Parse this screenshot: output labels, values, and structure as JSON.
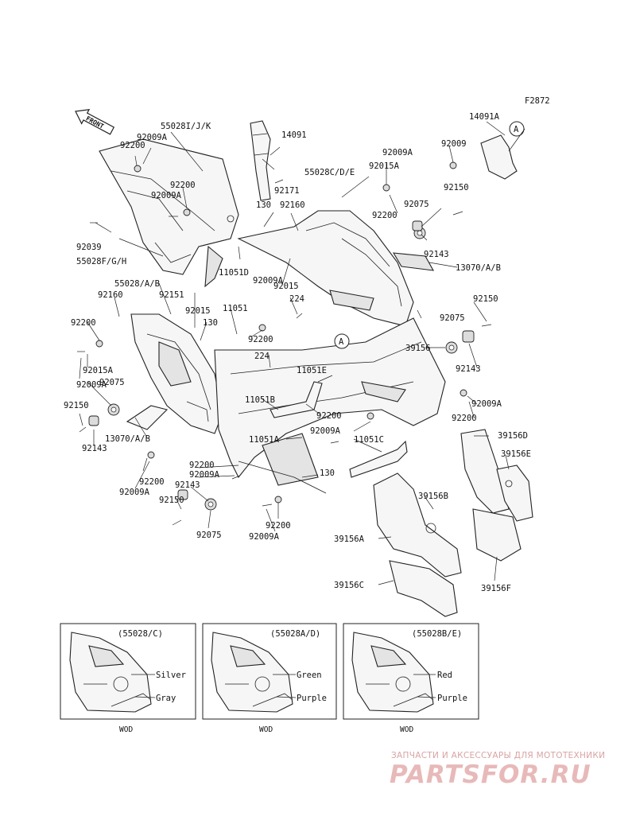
{
  "figure_code": "F2872",
  "front_arrow": "FRONT",
  "labels": [
    {
      "id": "55028ijk",
      "text": "55028I/J/K"
    },
    {
      "id": "92009a_1",
      "text": "92009A"
    },
    {
      "id": "92200_1",
      "text": "92200"
    },
    {
      "id": "92200_2",
      "text": "92200"
    },
    {
      "id": "92009a_2",
      "text": "92009A"
    },
    {
      "id": "92039",
      "text": "92039"
    },
    {
      "id": "55028fgh",
      "text": "55028F/G/H"
    },
    {
      "id": "14091",
      "text": "14091"
    },
    {
      "id": "92171",
      "text": "92171"
    },
    {
      "id": "130_1",
      "text": "130"
    },
    {
      "id": "92160_1",
      "text": "92160"
    },
    {
      "id": "11051d",
      "text": "11051D"
    },
    {
      "id": "14091a",
      "text": "14091A"
    },
    {
      "id": "92009a_3",
      "text": "92009A"
    },
    {
      "id": "92009_1",
      "text": "92009"
    },
    {
      "id": "92015a_1",
      "text": "92015A"
    },
    {
      "id": "55028cde",
      "text": "55028C/D/E"
    },
    {
      "id": "92150_1",
      "text": "92150"
    },
    {
      "id": "92075_1",
      "text": "92075"
    },
    {
      "id": "92200_3",
      "text": "92200"
    },
    {
      "id": "92143_1",
      "text": "92143"
    },
    {
      "id": "13070ab_1",
      "text": "13070/A/B"
    },
    {
      "id": "55028ab",
      "text": "55028/A/B"
    },
    {
      "id": "92151",
      "text": "92151"
    },
    {
      "id": "92009a_4",
      "text": "92009A"
    },
    {
      "id": "92015_1",
      "text": "92015"
    },
    {
      "id": "224_1",
      "text": "224"
    },
    {
      "id": "92160_2",
      "text": "92160"
    },
    {
      "id": "92015_2",
      "text": "92015"
    },
    {
      "id": "11051",
      "text": "11051"
    },
    {
      "id": "130_2",
      "text": "130"
    },
    {
      "id": "92200_4",
      "text": "92200"
    },
    {
      "id": "92200_5",
      "text": "92200"
    },
    {
      "id": "92015a_2",
      "text": "92015A"
    },
    {
      "id": "92009a_5",
      "text": "92009A"
    },
    {
      "id": "92075_2",
      "text": "92075"
    },
    {
      "id": "224_2",
      "text": "224"
    },
    {
      "id": "11051e",
      "text": "11051E"
    },
    {
      "id": "92150_2",
      "text": "92150"
    },
    {
      "id": "92075_3",
      "text": "92075"
    },
    {
      "id": "39156",
      "text": "39156"
    },
    {
      "id": "92143_2",
      "text": "92143"
    },
    {
      "id": "11051b",
      "text": "11051B"
    },
    {
      "id": "92009a_6",
      "text": "92009A"
    },
    {
      "id": "92200_6",
      "text": "92200"
    },
    {
      "id": "92150_3",
      "text": "92150"
    },
    {
      "id": "13070ab_2",
      "text": "13070/A/B"
    },
    {
      "id": "92143_3",
      "text": "92143"
    },
    {
      "id": "92200_7",
      "text": "92200"
    },
    {
      "id": "92009a_7",
      "text": "92009A"
    },
    {
      "id": "11051a",
      "text": "11051A"
    },
    {
      "id": "11051c",
      "text": "11051C"
    },
    {
      "id": "39156d",
      "text": "39156D"
    },
    {
      "id": "39156e",
      "text": "39156E"
    },
    {
      "id": "92200_8",
      "text": "92200"
    },
    {
      "id": "92009a_8",
      "text": "92009A"
    },
    {
      "id": "92143_4",
      "text": "92143"
    },
    {
      "id": "130_3",
      "text": "130"
    },
    {
      "id": "92200_9",
      "text": "92200"
    },
    {
      "id": "92009a_9",
      "text": "92009A"
    },
    {
      "id": "92150_4",
      "text": "92150"
    },
    {
      "id": "92075_4",
      "text": "92075"
    },
    {
      "id": "92200_10",
      "text": "92200"
    },
    {
      "id": "92009a_10",
      "text": "92009A"
    },
    {
      "id": "39156b",
      "text": "39156B"
    },
    {
      "id": "39156a",
      "text": "39156A"
    },
    {
      "id": "39156c",
      "text": "39156C"
    },
    {
      "id": "39156f",
      "text": "39156F"
    }
  ],
  "color_variants": [
    {
      "code": "(55028/C)",
      "color1": "Silver",
      "color2": "Gray",
      "note": "WOD"
    },
    {
      "code": "(55028A/D)",
      "color1": "Green",
      "color2": "Purple",
      "note": "WOD"
    },
    {
      "code": "(55028B/E)",
      "color1": "Red",
      "color2": "Purple",
      "note": "WOD"
    }
  ],
  "callout_a": "A",
  "watermark": {
    "subtitle": "ЗАПЧАСТИ И АКСЕССУАРЫ ДЛЯ МОТОТЕХНИКИ",
    "logo": "PARTSFOR.RU"
  },
  "colors": {
    "ink": "#111111",
    "watermark": "#e8b9b9"
  }
}
